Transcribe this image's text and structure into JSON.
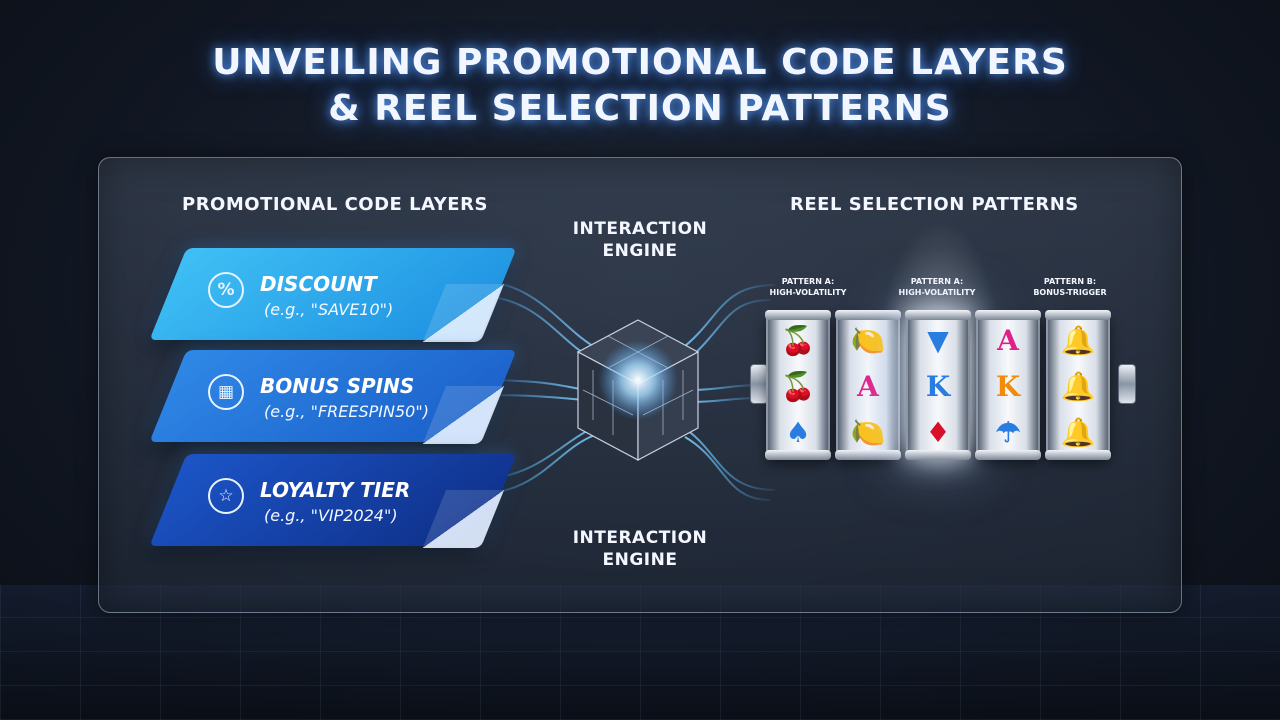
{
  "title": {
    "line1": "UNVEILING PROMOTIONAL CODE LAYERS",
    "line2": "& REEL SELECTION PATTERNS"
  },
  "left_section": {
    "heading": "PROMOTIONAL CODE LAYERS",
    "cards": [
      {
        "name": "DISCOUNT",
        "code": "(e.g., \"SAVE10\")",
        "icon": "percent-tag-icon",
        "icon_glyph": "%",
        "color": "#3fc0f5"
      },
      {
        "name": "BONUS SPINS",
        "code": "(e.g., \"FREESPIN50\")",
        "icon": "slot-reels-icon",
        "icon_glyph": "▦",
        "color": "#2f88e6"
      },
      {
        "name": "LOYALTY TIER",
        "code": "(e.g., \"VIP2024\")",
        "icon": "star-badge-icon",
        "icon_glyph": "☆",
        "color": "#1c55c8"
      }
    ]
  },
  "center": {
    "engine_top": {
      "line1": "INTERACTION",
      "line2": "ENGINE"
    },
    "engine_bottom": {
      "line1": "INTERACTION",
      "line2": "ENGINE"
    }
  },
  "right_section": {
    "heading": "REEL SELECTION PATTERNS",
    "patterns": [
      {
        "line1": "PATTERN A:",
        "line2": "HIGH-VOLATILITY"
      },
      {
        "line1": "PATTERN A:",
        "line2": "HIGH-VOLATILITY"
      },
      {
        "line1": "PATTERN B:",
        "line2": "BONUS-TRIGGER"
      }
    ],
    "reels": [
      {
        "symbols": [
          "🍒",
          "🍒",
          "♠"
        ],
        "colors": [
          "#d8102a",
          "#d8102a",
          "#2a7de0"
        ]
      },
      {
        "symbols": [
          "🍋",
          "A",
          "🍋"
        ],
        "colors": [
          "#f2c40c",
          "#e0208a",
          "#f2c40c"
        ]
      },
      {
        "symbols": [
          "▼",
          "K",
          "♦"
        ],
        "colors": [
          "#2a7de0",
          "#2a7de0",
          "#d8102a"
        ]
      },
      {
        "symbols": [
          "A",
          "K",
          "☂"
        ],
        "colors": [
          "#e0208a",
          "#f28a0c",
          "#2a7de0"
        ]
      },
      {
        "symbols": [
          "🔔",
          "🔔",
          "🔔"
        ],
        "colors": [
          "#f2a20c",
          "#f2a20c",
          "#f2a20c"
        ]
      }
    ],
    "highlighted_reel": 2
  }
}
